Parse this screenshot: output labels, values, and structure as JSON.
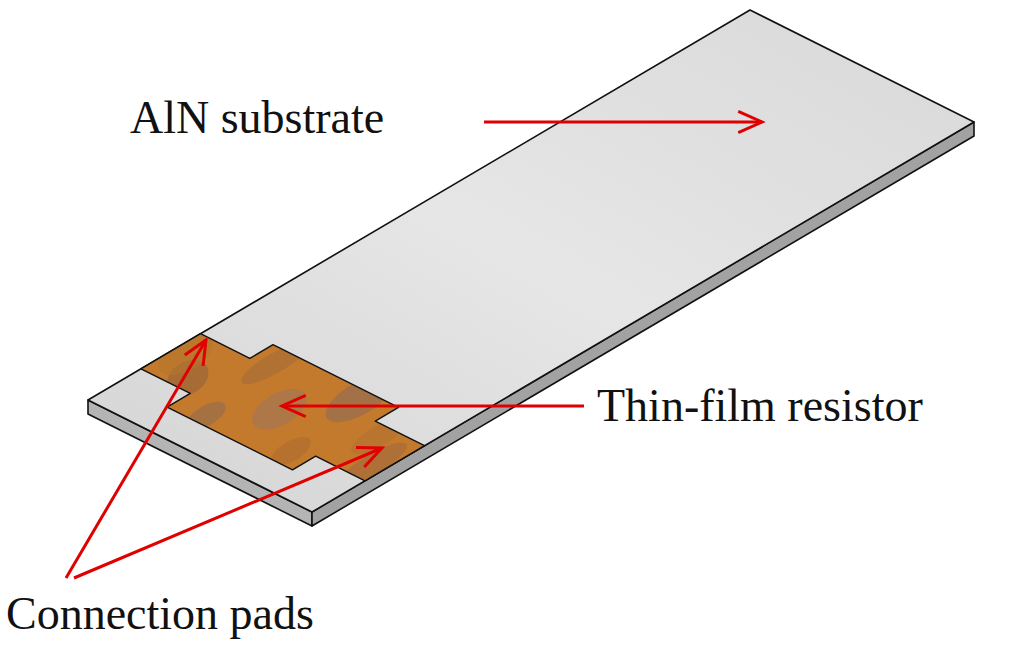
{
  "diagram": {
    "labels": [
      "AlN substrate",
      "Thin-film resistor",
      "Connection pads"
    ]
  }
}
